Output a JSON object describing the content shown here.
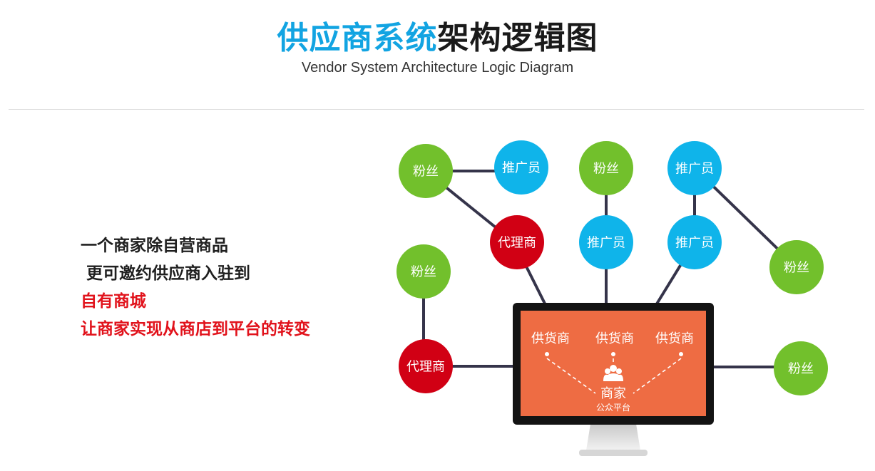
{
  "header": {
    "title_accent": "供应商系统",
    "title_rest": "架构逻辑图",
    "subtitle": "Vendor System Architecture Logic Diagram"
  },
  "description": {
    "line1": "一个商家除自营商品",
    "line2": "更可邀约供应商入驻到",
    "line3": "自有商城",
    "line4": "让商家实现从商店到平台的转变"
  },
  "colors": {
    "green": "#72c02c",
    "blue": "#0fb4ea",
    "red": "#d10014",
    "screen": "#ee6c43",
    "accent": "#12a4e2",
    "highlight_text": "#e1121b"
  },
  "diagram": {
    "nodes": [
      {
        "id": "fan-1",
        "label": "粉丝",
        "kind": "green"
      },
      {
        "id": "promoter-1",
        "label": "推广员",
        "kind": "blue"
      },
      {
        "id": "fan-2",
        "label": "粉丝",
        "kind": "green"
      },
      {
        "id": "promoter-2",
        "label": "推广员",
        "kind": "blue"
      },
      {
        "id": "agent-1",
        "label": "代理商",
        "kind": "red"
      },
      {
        "id": "promoter-3",
        "label": "推广员",
        "kind": "blue"
      },
      {
        "id": "promoter-4",
        "label": "推广员",
        "kind": "blue"
      },
      {
        "id": "fan-3",
        "label": "粉丝",
        "kind": "green"
      },
      {
        "id": "fan-4",
        "label": "粉丝",
        "kind": "green"
      },
      {
        "id": "agent-2",
        "label": "代理商",
        "kind": "red"
      },
      {
        "id": "fan-5",
        "label": "粉丝",
        "kind": "green"
      }
    ],
    "screen": {
      "suppliers": [
        "供货商",
        "供货商",
        "供货商"
      ],
      "merchant_label": "商家",
      "merchant_sub": "公众平台",
      "merchant_icon": "merchant-people-icon"
    }
  }
}
